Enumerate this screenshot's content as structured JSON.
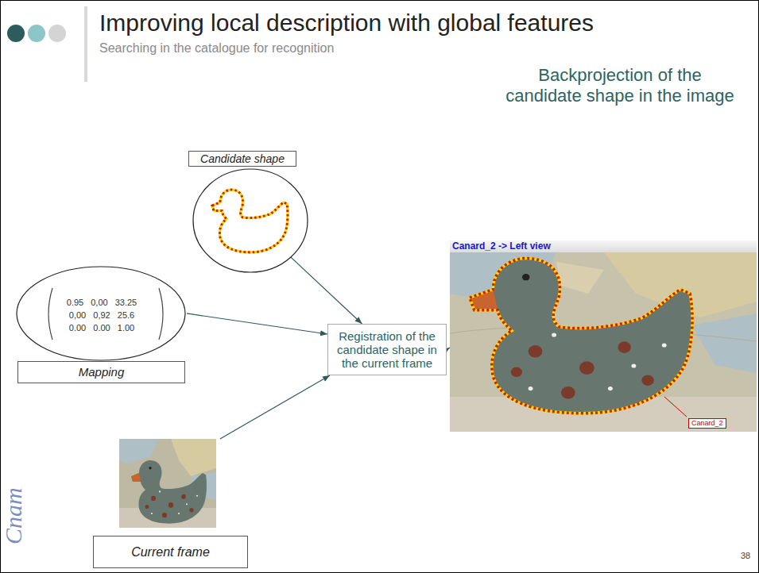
{
  "diagram": {
    "title": "Improving local description with global features",
    "nodes": [
      {
        "text": [
          "Candidate shape"
        ]
      },
      {
        "text": [
          "0.95 0,00 33.25",
          "0,00 0,92 25.6",
          "0.00 0.00 1.00",
          "Mapping"
        ]
      },
      {
        "text": [
          "Current frame"
        ]
      },
      {
        "text": [
          "Registration of the candidate shape in the current frame"
        ]
      },
      {
        "text": [
          "Canard_2 -> Left view",
          "Canard_2"
        ]
      }
    ],
    "edges": [
      {
        "from": 0,
        "to": 3,
        "arrow": "to"
      },
      {
        "from": 1,
        "to": 3,
        "arrow": "to"
      },
      {
        "from": 2,
        "to": 3,
        "arrow": "to"
      },
      {
        "from": 3,
        "to": 4,
        "arrow": "to"
      }
    ],
    "labels": [
      "Searching in the catalogue for recognition",
      "Backprojection of the candidate shape in the image",
      "38",
      "Cnam"
    ]
  }
}
